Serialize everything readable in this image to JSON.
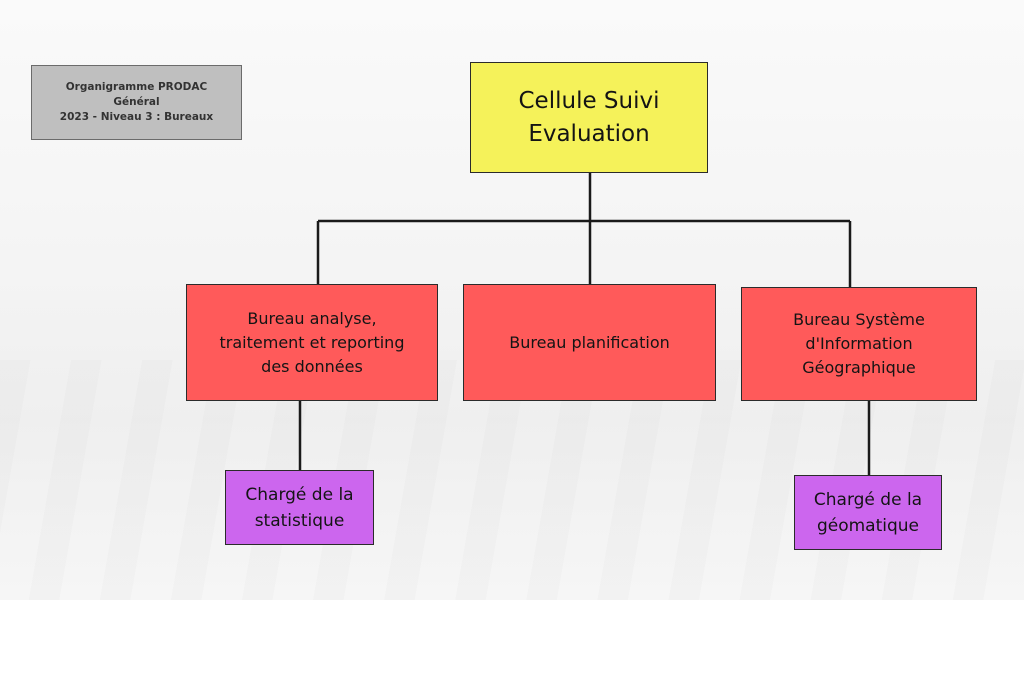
{
  "legend": {
    "line1": "Organigramme PRODAC",
    "line2": "Général",
    "line3": "2023 - Niveau 3 : Bureaux"
  },
  "nodes": {
    "top": "Cellule Suivi\nEvaluation",
    "bureau_analyse": "Bureau analyse,\ntraitement et reporting\ndes données",
    "bureau_planification": "Bureau planification",
    "bureau_sig": "Bureau Système\nd'Information\nGéographique",
    "charge_statistique": "Chargé de la\nstatistique",
    "charge_geomatique": "Chargé de la\ngéomatique"
  },
  "colors": {
    "top": "#f5f25a",
    "bureau": "#ff5a5a",
    "charge": "#cc66ee",
    "legend": "#bfbfbf"
  }
}
